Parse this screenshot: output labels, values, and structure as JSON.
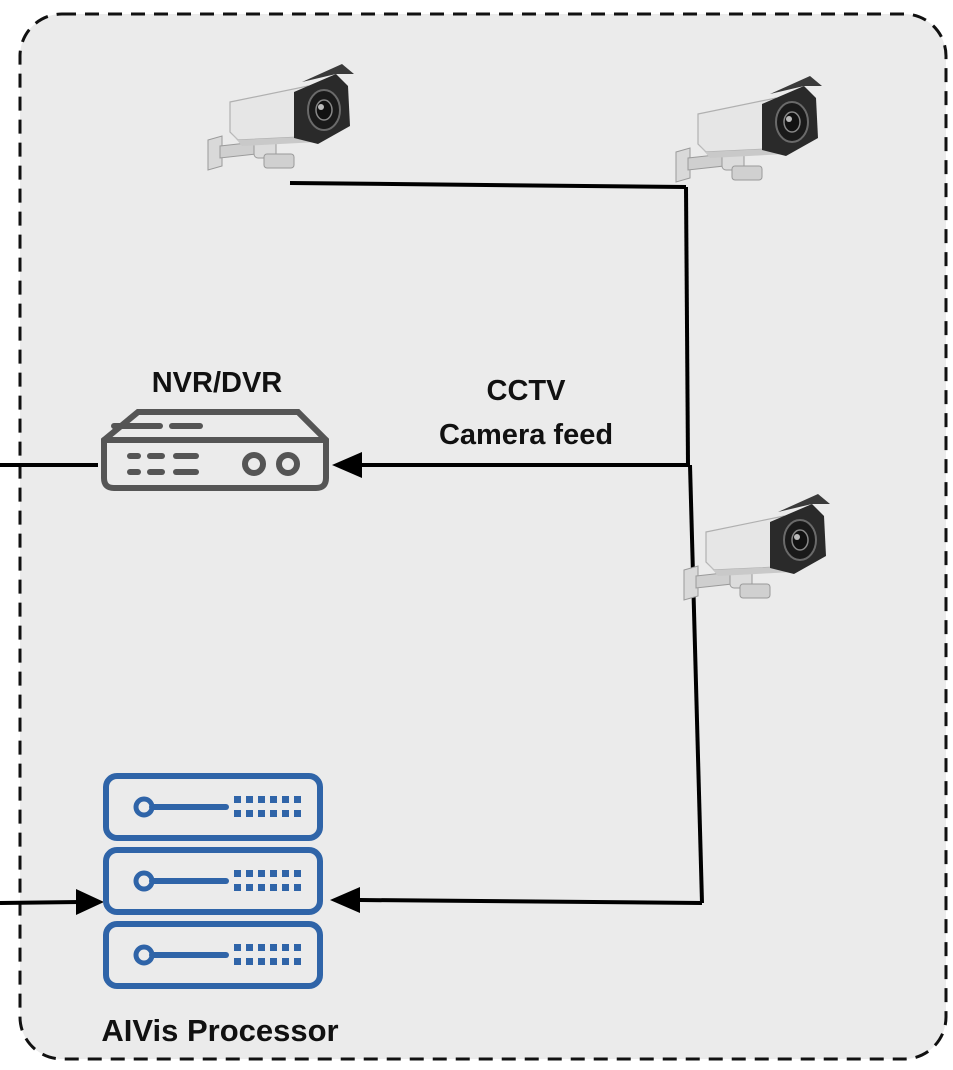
{
  "labels": {
    "nvr": "NVR/DVR",
    "feed_line1": "CCTV",
    "feed_line2": "Camera feed",
    "processor": "AIVis Processor"
  },
  "colors": {
    "zone_fill": "#ebebeb",
    "zone_border": "#111111",
    "line": "#000000",
    "nvr_icon": "#555555",
    "server_icon": "#2f64a8",
    "camera_body": "#e6e6e6",
    "camera_front": "#2a2a2a"
  },
  "icons": {
    "cameras": [
      "cctv-camera-icon",
      "cctv-camera-icon",
      "cctv-camera-icon"
    ],
    "recorder": "nvr-dvr-icon",
    "server": "server-rack-icon"
  }
}
